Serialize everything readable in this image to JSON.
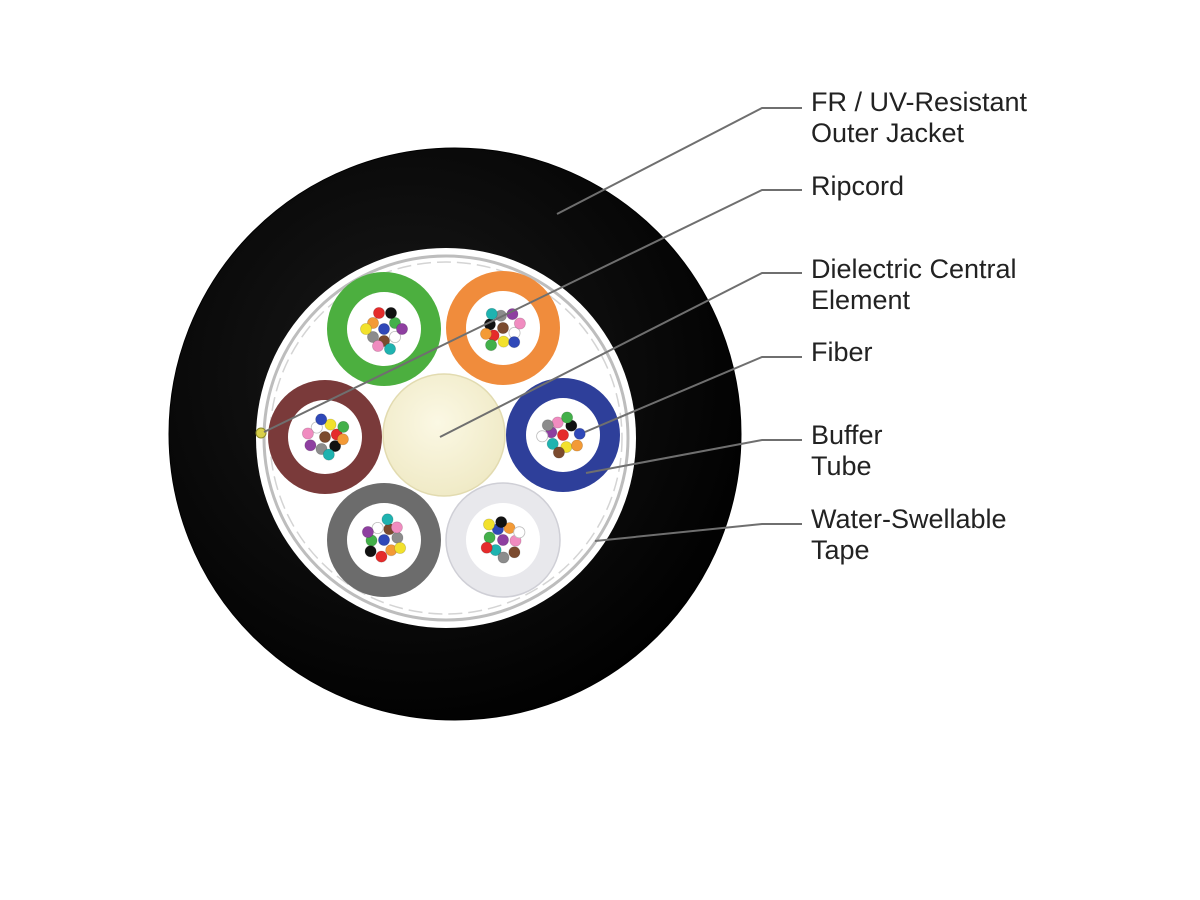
{
  "labels": {
    "jacket": {
      "line1": "FR / UV-Resistant",
      "line2": "Outer Jacket"
    },
    "ripcord": {
      "line1": "Ripcord"
    },
    "central": {
      "line1": "Dielectric Central",
      "line2": "Element"
    },
    "fiber": {
      "line1": "Fiber"
    },
    "buffer": {
      "line1": "Buffer",
      "line2": "Tube"
    },
    "tape": {
      "line1": "Water-Swellable",
      "line2": "Tape"
    }
  },
  "colors": {
    "jacket": "#050505",
    "tape": "#ffffff",
    "tape_wrap": "#bdbdbd",
    "central_element": "#f7f3d6",
    "leader_line": "#6f6f6f",
    "label_text": "#222222",
    "ripcord": "#d8cf49"
  },
  "buffer_tubes": [
    {
      "name": "green",
      "color": "#4caf3f"
    },
    {
      "name": "orange",
      "color": "#f08c3c"
    },
    {
      "name": "blue",
      "color": "#2e3f9a"
    },
    {
      "name": "white",
      "color": "#e8e8ec"
    },
    {
      "name": "gray",
      "color": "#6c6c6c"
    },
    {
      "name": "brown",
      "color": "#7a3a3a"
    }
  ],
  "fiber_colors": [
    "#2f48b8",
    "#f39a36",
    "#43b04a",
    "#7b4a2e",
    "#8c8c8c",
    "#ffffff",
    "#e52b2b",
    "#111111",
    "#f2e12c",
    "#8e3fa0",
    "#f08cc0",
    "#1fb3b0"
  ]
}
